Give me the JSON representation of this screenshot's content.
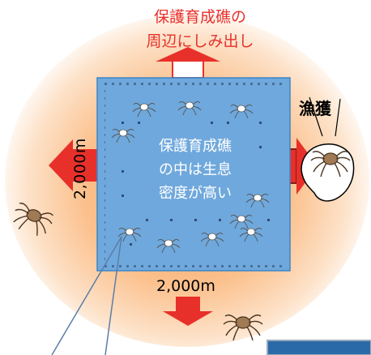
{
  "diagram": {
    "title_line1": "保護育成礁の",
    "title_line2": "周辺にしみ出し",
    "catch_label": "漁獲",
    "center_line1": "保護育成礁",
    "center_line2": "の中は生息",
    "center_line3": "密度が高い",
    "side_dimension": "2,000m",
    "bottom_dimension": "2,000m"
  },
  "colors": {
    "reef_fill": "#6fa8dc",
    "reef_border": "#3d85c6",
    "arrow_red": "#e8302a",
    "glow": "#f7a15e",
    "crab": "#8b6b4a"
  }
}
